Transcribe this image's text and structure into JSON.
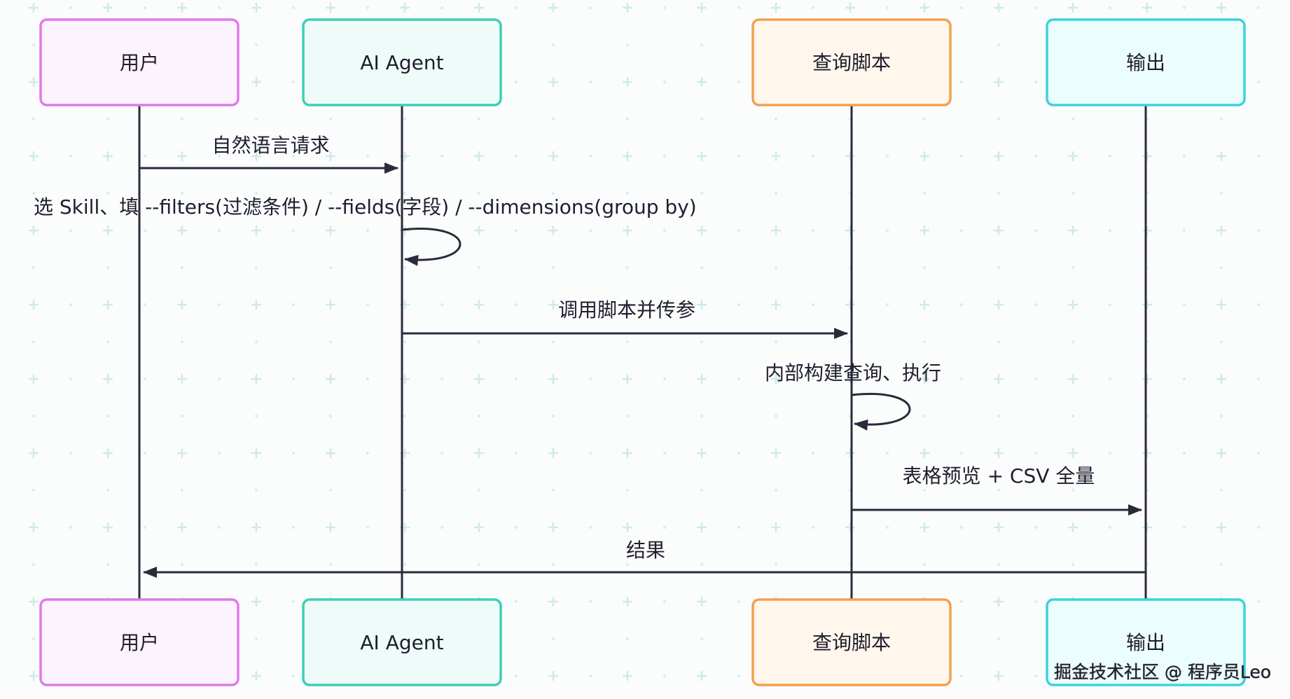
{
  "participants": [
    {
      "id": "user",
      "label": "用户",
      "border": "#e07ae8",
      "fill": "#fdf3fe"
    },
    {
      "id": "agent",
      "label": "AI Agent",
      "border": "#3ccfb8",
      "fill": "#effbf8"
    },
    {
      "id": "script",
      "label": "查询脚本",
      "border": "#f2a04e",
      "fill": "#fff6ec"
    },
    {
      "id": "output",
      "label": "输出",
      "border": "#3ad3df",
      "fill": "#ecfdfd"
    }
  ],
  "messages": [
    {
      "from": "user",
      "to": "user",
      "kind": "arrow",
      "text": ""
    },
    {
      "from": "user",
      "to": "agent",
      "kind": "arrow",
      "text": "自然语言请求"
    },
    {
      "from": "agent",
      "to": "agent",
      "kind": "self",
      "text": "选 Skill、填 --filters(过滤条件) / --fields(字段) / --dimensions(group by)"
    },
    {
      "from": "agent",
      "to": "script",
      "kind": "arrow",
      "text": "调用脚本并传参"
    },
    {
      "from": "script",
      "to": "script",
      "kind": "self",
      "text": "内部构建查询、执行"
    },
    {
      "from": "script",
      "to": "output",
      "kind": "arrow",
      "text": "表格预览 + CSV 全量"
    },
    {
      "from": "output",
      "to": "user",
      "kind": "arrow",
      "text": "结果"
    }
  ],
  "watermark": "掘金技术社区 @ 程序员Leo",
  "colors": {
    "line": "#2b2a3a",
    "grid": "#cfeae8"
  }
}
